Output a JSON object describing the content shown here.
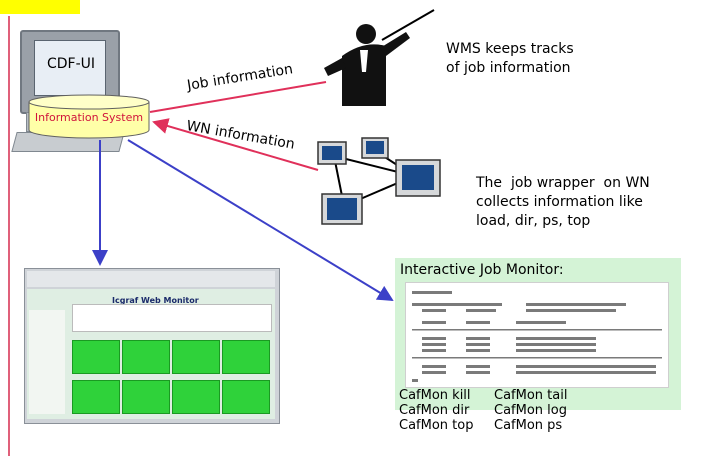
{
  "nodes": {
    "cdf_ui": "CDF-UI",
    "information_system": "Information System"
  },
  "edges": {
    "job_information": "Job information",
    "wn_information": "WN information"
  },
  "notes": {
    "wms": [
      "WMS keeps tracks",
      "of job information"
    ],
    "job_wrapper": [
      "The  job wrapper  on WN",
      "collects information like",
      "load, dir, ps, top"
    ]
  },
  "interactive_monitor": {
    "title": "Interactive Job Monitor:",
    "commands": [
      "CafMon kill",
      "CafMon tail",
      "CafMon dir",
      "CafMon log",
      "CafMon top",
      "CafMon ps"
    ]
  },
  "web_monitor": {
    "title": "Icgraf Web Monitor [History/Analyze]"
  },
  "colors": {
    "tab": "#ffff00",
    "rule": "#e0607a",
    "cylinder": "#ffffa8",
    "red_arrow": "#e0305a",
    "blue_arrow": "#3c40c8",
    "panel": "#d4f3d6",
    "cell": "#2fd23a"
  },
  "icons": [
    "computer-icon",
    "conductor-icon",
    "network-computers-icon",
    "database-cylinder-icon"
  ]
}
